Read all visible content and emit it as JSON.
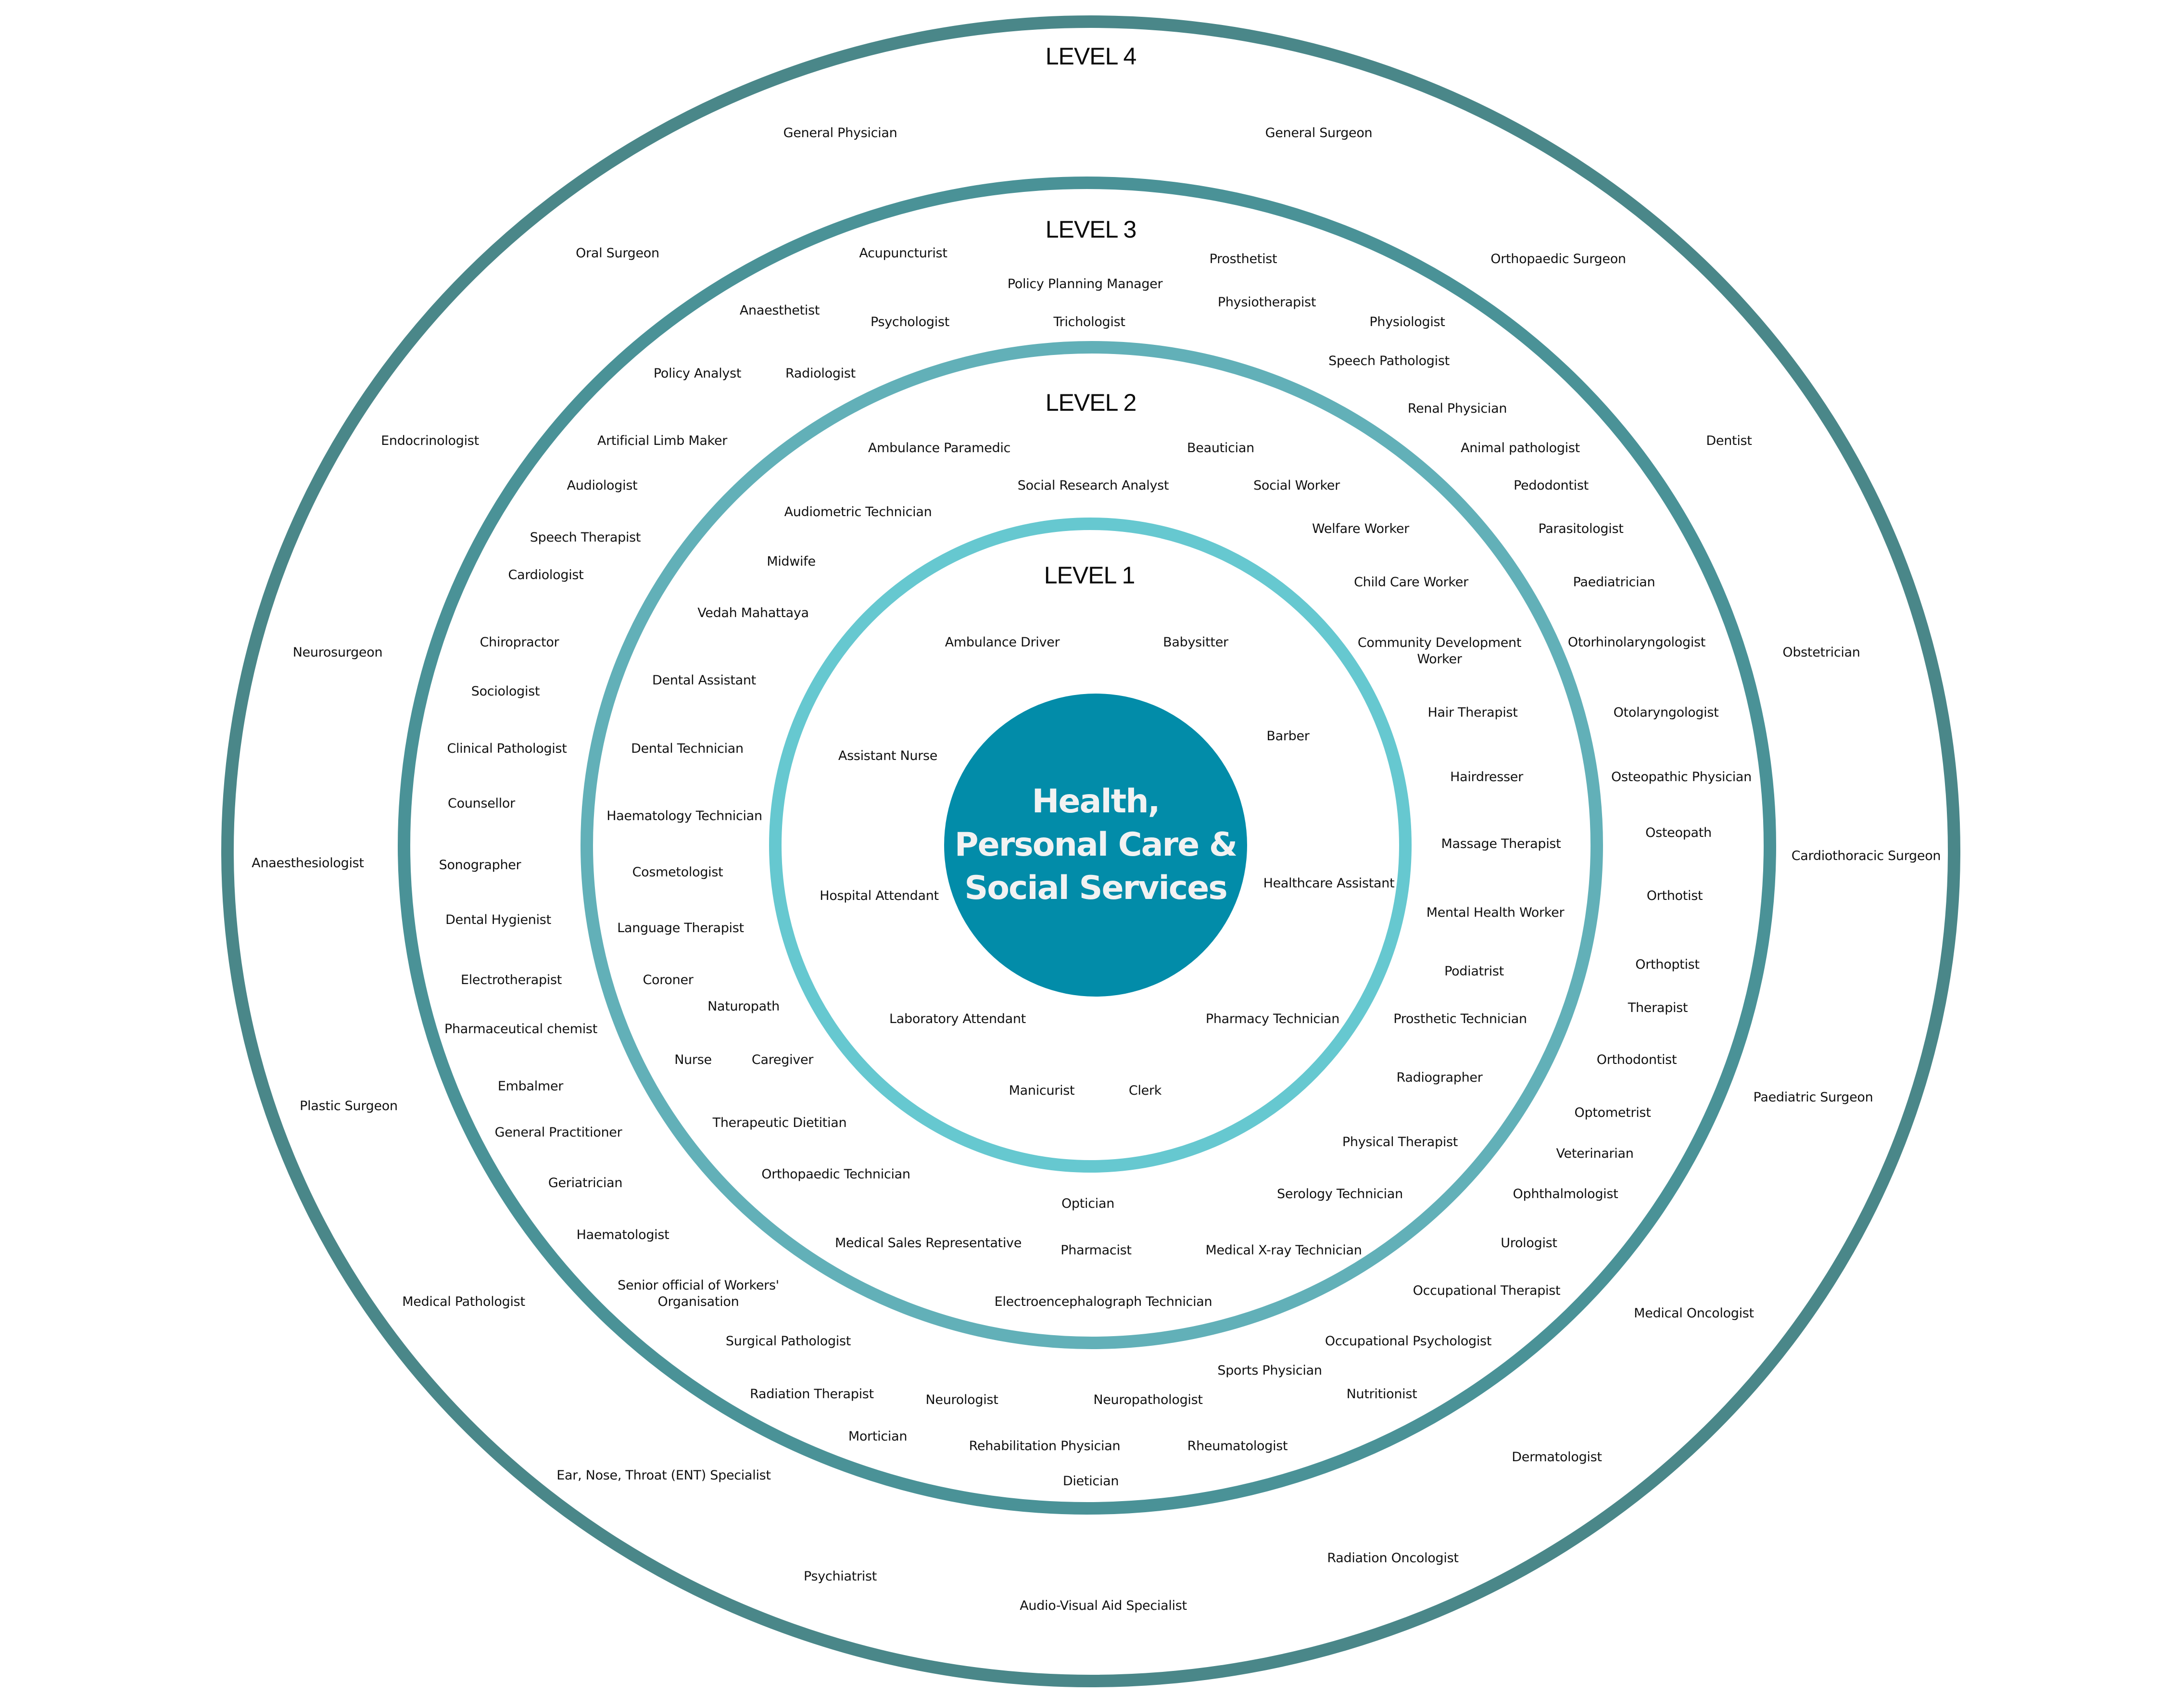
{
  "center": {
    "title_lines": [
      "Health,",
      "Personal Care &",
      "Social Services"
    ],
    "color": "#028ca9"
  },
  "colors": {
    "level4_ring": "#4a8789",
    "level3_ring": "#4a9297",
    "level2_ring": "#62b0b8",
    "level1_ring": "#66c8d0"
  },
  "levels": {
    "level4": {
      "heading": "LEVEL 4",
      "items": [
        "General Physician",
        "General Surgeon",
        "Oral Surgeon",
        "Orthopaedic Surgeon",
        "Endocrinologist",
        "Dentist",
        "Neurosurgeon",
        "Obstetrician",
        "Anaesthesiologist",
        "Cardiothoracic Surgeon",
        "Plastic Surgeon",
        "Paediatric Surgeon",
        "Medical Pathologist",
        "Medical Oncologist",
        "Ear, Nose, Throat (ENT) Specialist",
        "Dermatologist",
        "Psychiatrist",
        "Radiation Oncologist",
        "Audio-Visual Aid Specialist"
      ]
    },
    "level3": {
      "heading": "LEVEL 3",
      "items": [
        "Acupuncturist",
        "Prosthetist",
        "Policy Planning Manager",
        "Anaesthetist",
        "Physiotherapist",
        "Psychologist",
        "Trichologist",
        "Physiologist",
        "Policy Analyst",
        "Radiologist",
        "Speech Pathologist",
        "Renal Physician",
        "Artificial Limb Maker",
        "Animal pathologist",
        "Audiologist",
        "Pedodontist",
        "Speech Therapist",
        "Parasitologist",
        "Cardiologist",
        "Paediatrician",
        "Chiropractor",
        "Otorhinolaryngologist",
        "Sociologist",
        "Otolaryngologist",
        "Clinical Pathologist",
        "Osteopathic Physician",
        "Counsellor",
        "Osteopath",
        "Sonographer",
        "Orthotist",
        "Dental Hygienist",
        "Orthoptist",
        "Electrotherapist",
        "Therapist",
        "Pharmaceutical chemist",
        "Orthodontist",
        "Embalmer",
        "Optometrist",
        "General Practitioner",
        "Veterinarian",
        "Geriatrician",
        "Ophthalmologist",
        "Haematologist",
        "Urologist",
        "Senior official of Workers' Organisation",
        "Occupational Therapist",
        "Surgical Pathologist",
        "Occupational Psychologist",
        "Sports Physician",
        "Radiation Therapist",
        "Neurologist",
        "Neuropathologist",
        "Nutritionist",
        "Mortician",
        "Rehabilitation Physician",
        "Rheumatologist",
        "Dietician"
      ]
    },
    "level2": {
      "heading": "LEVEL 2",
      "items": [
        "Ambulance Paramedic",
        "Beautician",
        "Social Research Analyst",
        "Social Worker",
        "Audiometric Technician",
        "Welfare Worker",
        "Midwife",
        "Child Care Worker",
        "Vedah Mahattaya",
        "Community Development Worker",
        "Dental Assistant",
        "Hair Therapist",
        "Dental Technician",
        "Hairdresser",
        "Haematology Technician",
        "Massage Therapist",
        "Cosmetologist",
        "Mental Health Worker",
        "Language Therapist",
        "Podiatrist",
        "Coroner",
        "Naturopath",
        "Prosthetic Technician",
        "Nurse",
        "Caregiver",
        "Radiographer",
        "Therapeutic Dietitian",
        "Physical Therapist",
        "Orthopaedic Technician",
        "Optician",
        "Serology Technician",
        "Medical Sales Representative",
        "Pharmacist",
        "Medical X-ray Technician",
        "Electroencephalograph Technician"
      ]
    },
    "level1": {
      "heading": "LEVEL 1",
      "items": [
        "Ambulance Driver",
        "Babysitter",
        "Barber",
        "Assistant Nurse",
        "Healthcare Assistant",
        "Hospital Attendant",
        "Laboratory Attendant",
        "Pharmacy Technician",
        "Manicurist",
        "Clerk"
      ]
    }
  }
}
